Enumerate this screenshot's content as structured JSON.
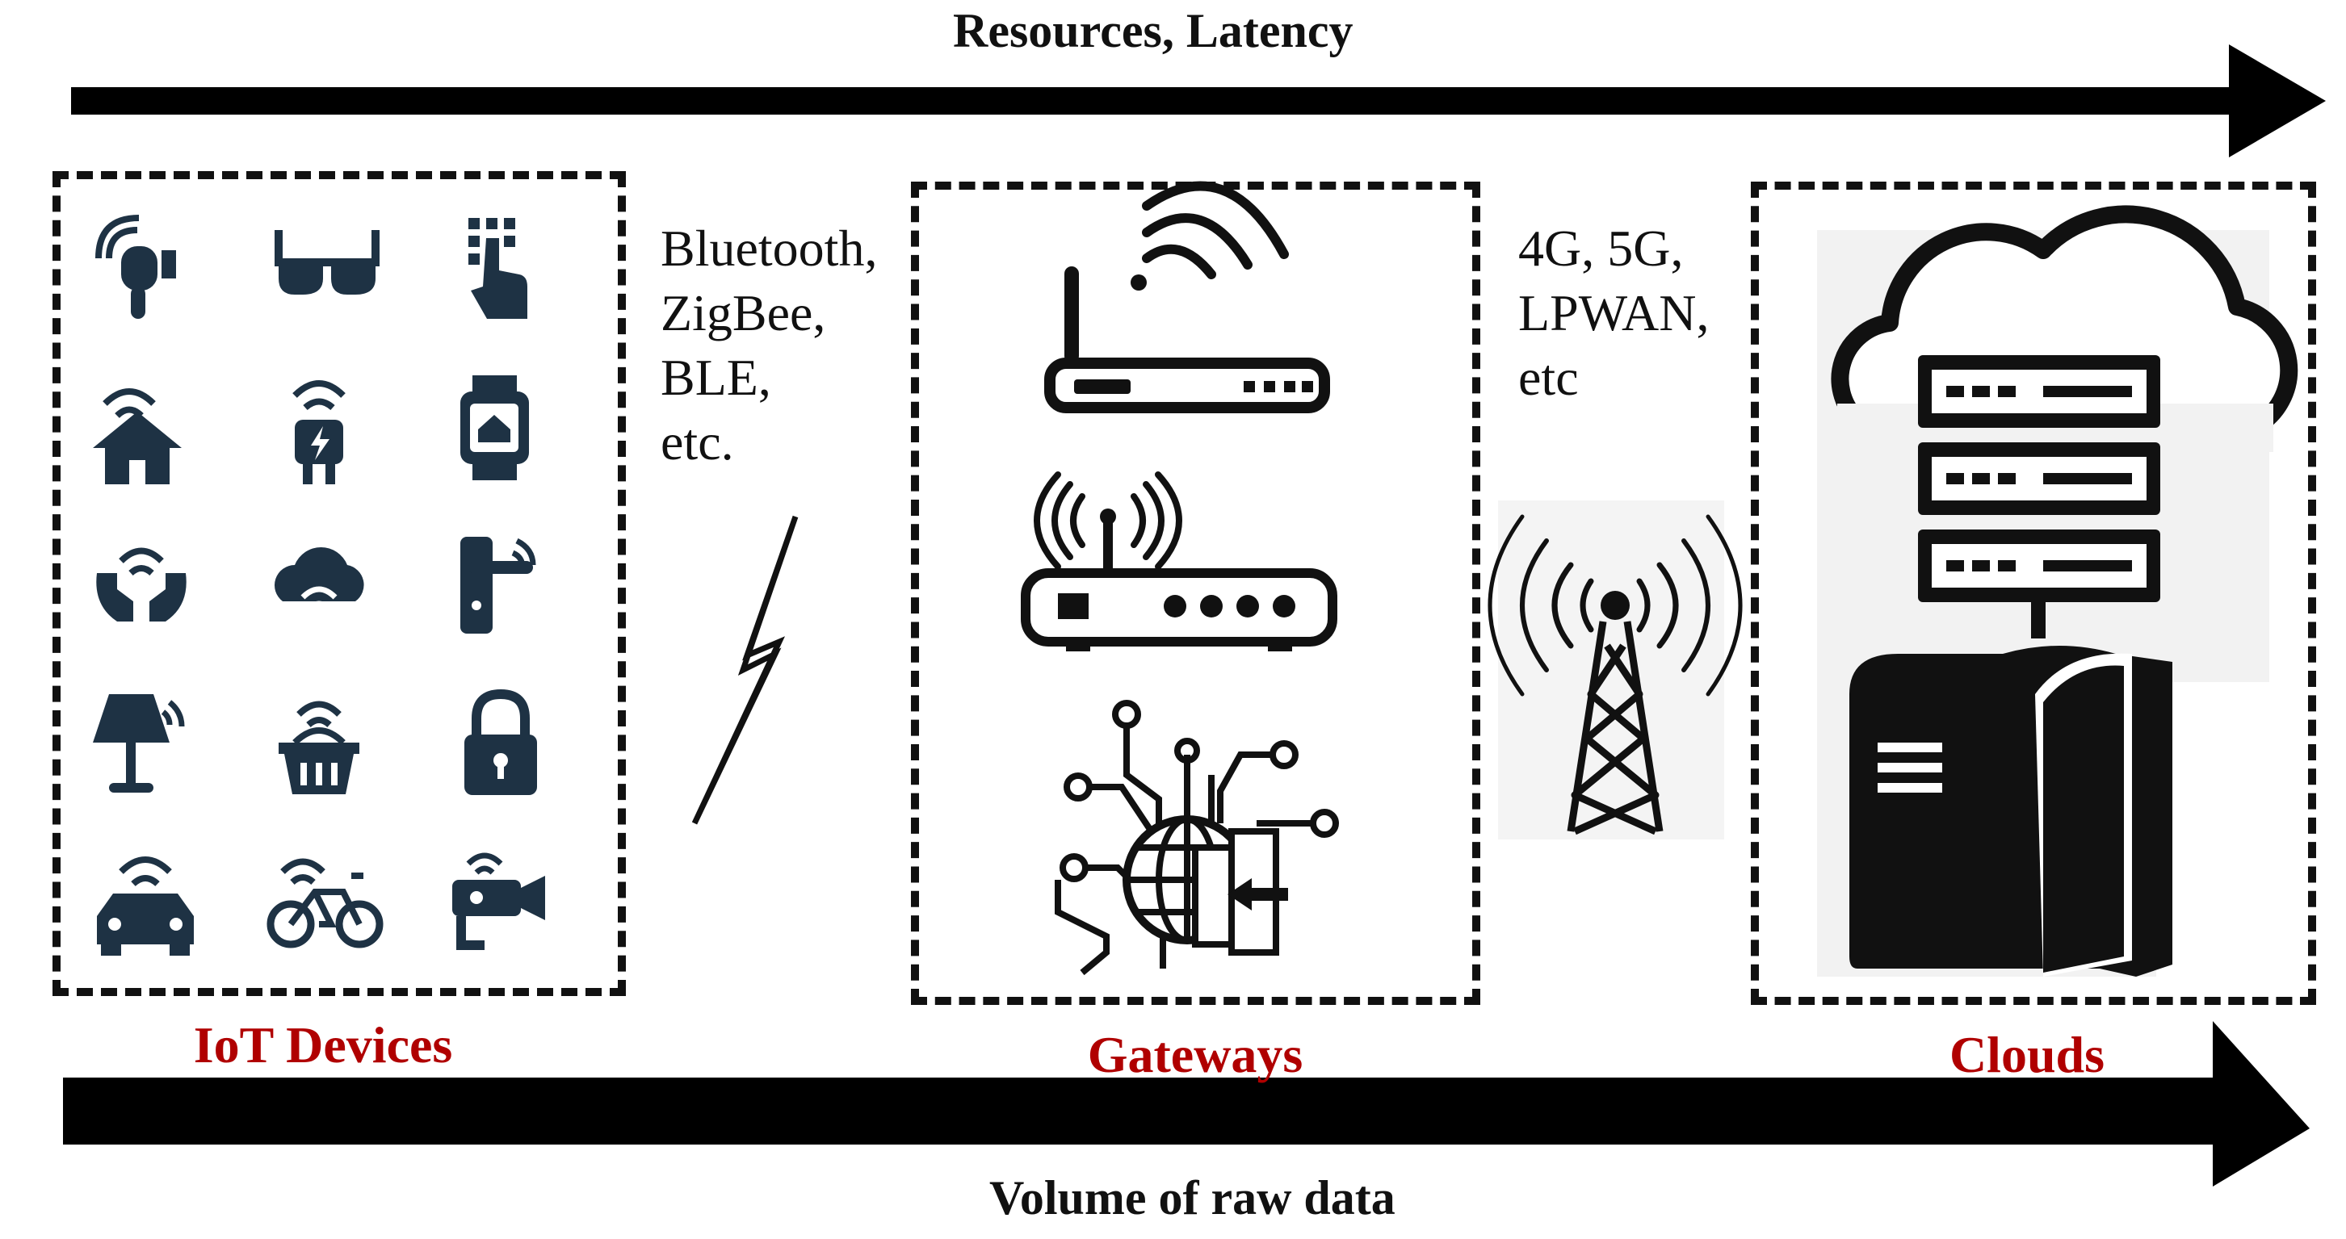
{
  "top_arrow": {
    "label": "Resources, Latency"
  },
  "bottom_arrow": {
    "label": "Volume of raw data"
  },
  "tiers": [
    {
      "label": "IoT Devices"
    },
    {
      "label": "Gateways"
    },
    {
      "label": "Clouds"
    }
  ],
  "links": [
    {
      "lines": "Bluetooth,\nZigBee,\nBLE,\netc."
    },
    {
      "lines": "4G, 5G,\nLPWAN,\netc"
    }
  ],
  "iot_icons": [
    "wearable-sensor-icon",
    "smart-glasses-icon",
    "keypad-touch-icon",
    "smart-home-icon",
    "smart-plug-icon",
    "smart-watch-icon",
    "hands-wifi-icon",
    "cloud-wifi-icon",
    "smart-lock-handle-icon",
    "smart-lamp-icon",
    "smart-basket-icon",
    "padlock-icon",
    "connected-car-icon",
    "connected-bike-icon",
    "security-camera-icon"
  ],
  "colors": {
    "label_red": "#b00000",
    "ink": "#111111",
    "icon": "#1e3244"
  }
}
